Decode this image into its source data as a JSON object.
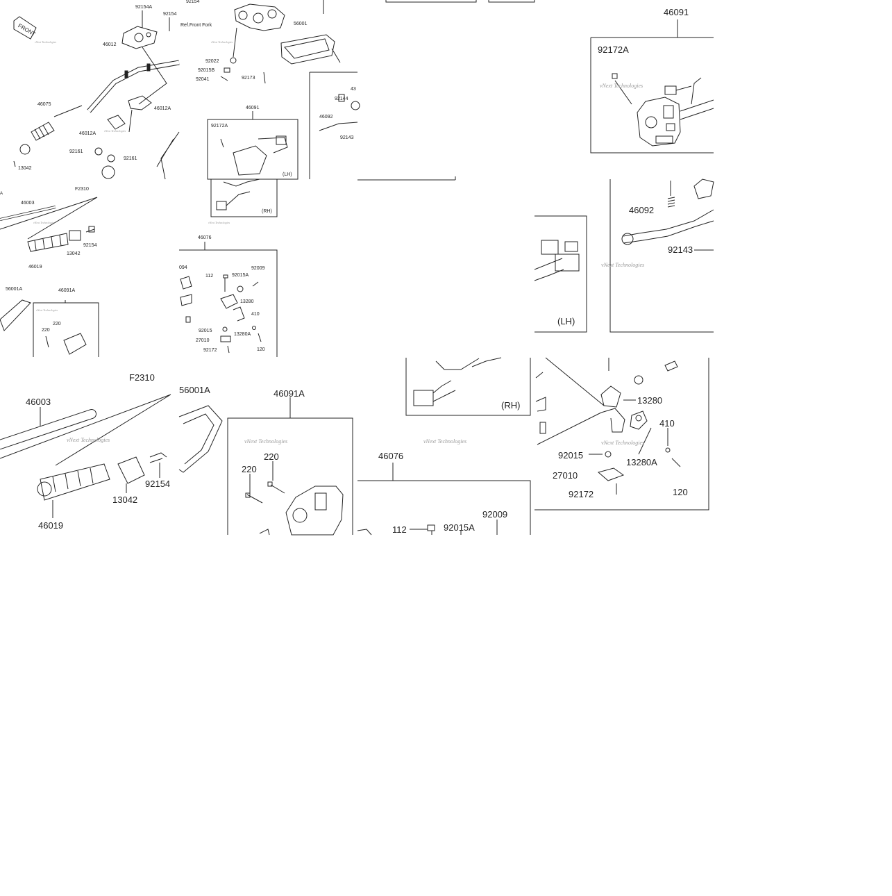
{
  "diagram": {
    "front_badge": "FRONT",
    "ref_note": "Ref.Front Fork",
    "watermark": "vNext Technologies",
    "side_lh": "(LH)",
    "side_rh": "(RH)",
    "group_46091": "46091",
    "group_46091A": "46091A",
    "group_46076": "46076",
    "group_f2310": "F2310",
    "group_46003": "46003",
    "group_46019": "46019",
    "group_13042": "13042",
    "group_92154": "92154",
    "group_56001A": "56001A",
    "parts": {
      "p92154A": "92154A",
      "p92154": "92154",
      "p46012": "46012",
      "p46012A": "46012A",
      "p46075": "46075",
      "p92161": "92161",
      "p13042": "13042",
      "p92022": "92022",
      "p92015B": "92015B",
      "p92041": "92041",
      "p92173": "92173",
      "p56001": "56001",
      "p92172A": "92172A",
      "p92144": "92144",
      "p43": "43",
      "p46092": "46092",
      "p92143": "92143",
      "p94": "094",
      "p112": "112",
      "p92015A": "92015A",
      "p92009": "92009",
      "p13280": "13280",
      "p410": "410",
      "p92015": "92015",
      "p13280A": "13280A",
      "p27010": "27010",
      "p92172": "92172",
      "p120": "120",
      "p220": "220",
      "p46003": "46003",
      "p46019": "46019",
      "p92154b": "92154",
      "p56001A": "56001A",
      "pA": "A"
    }
  }
}
